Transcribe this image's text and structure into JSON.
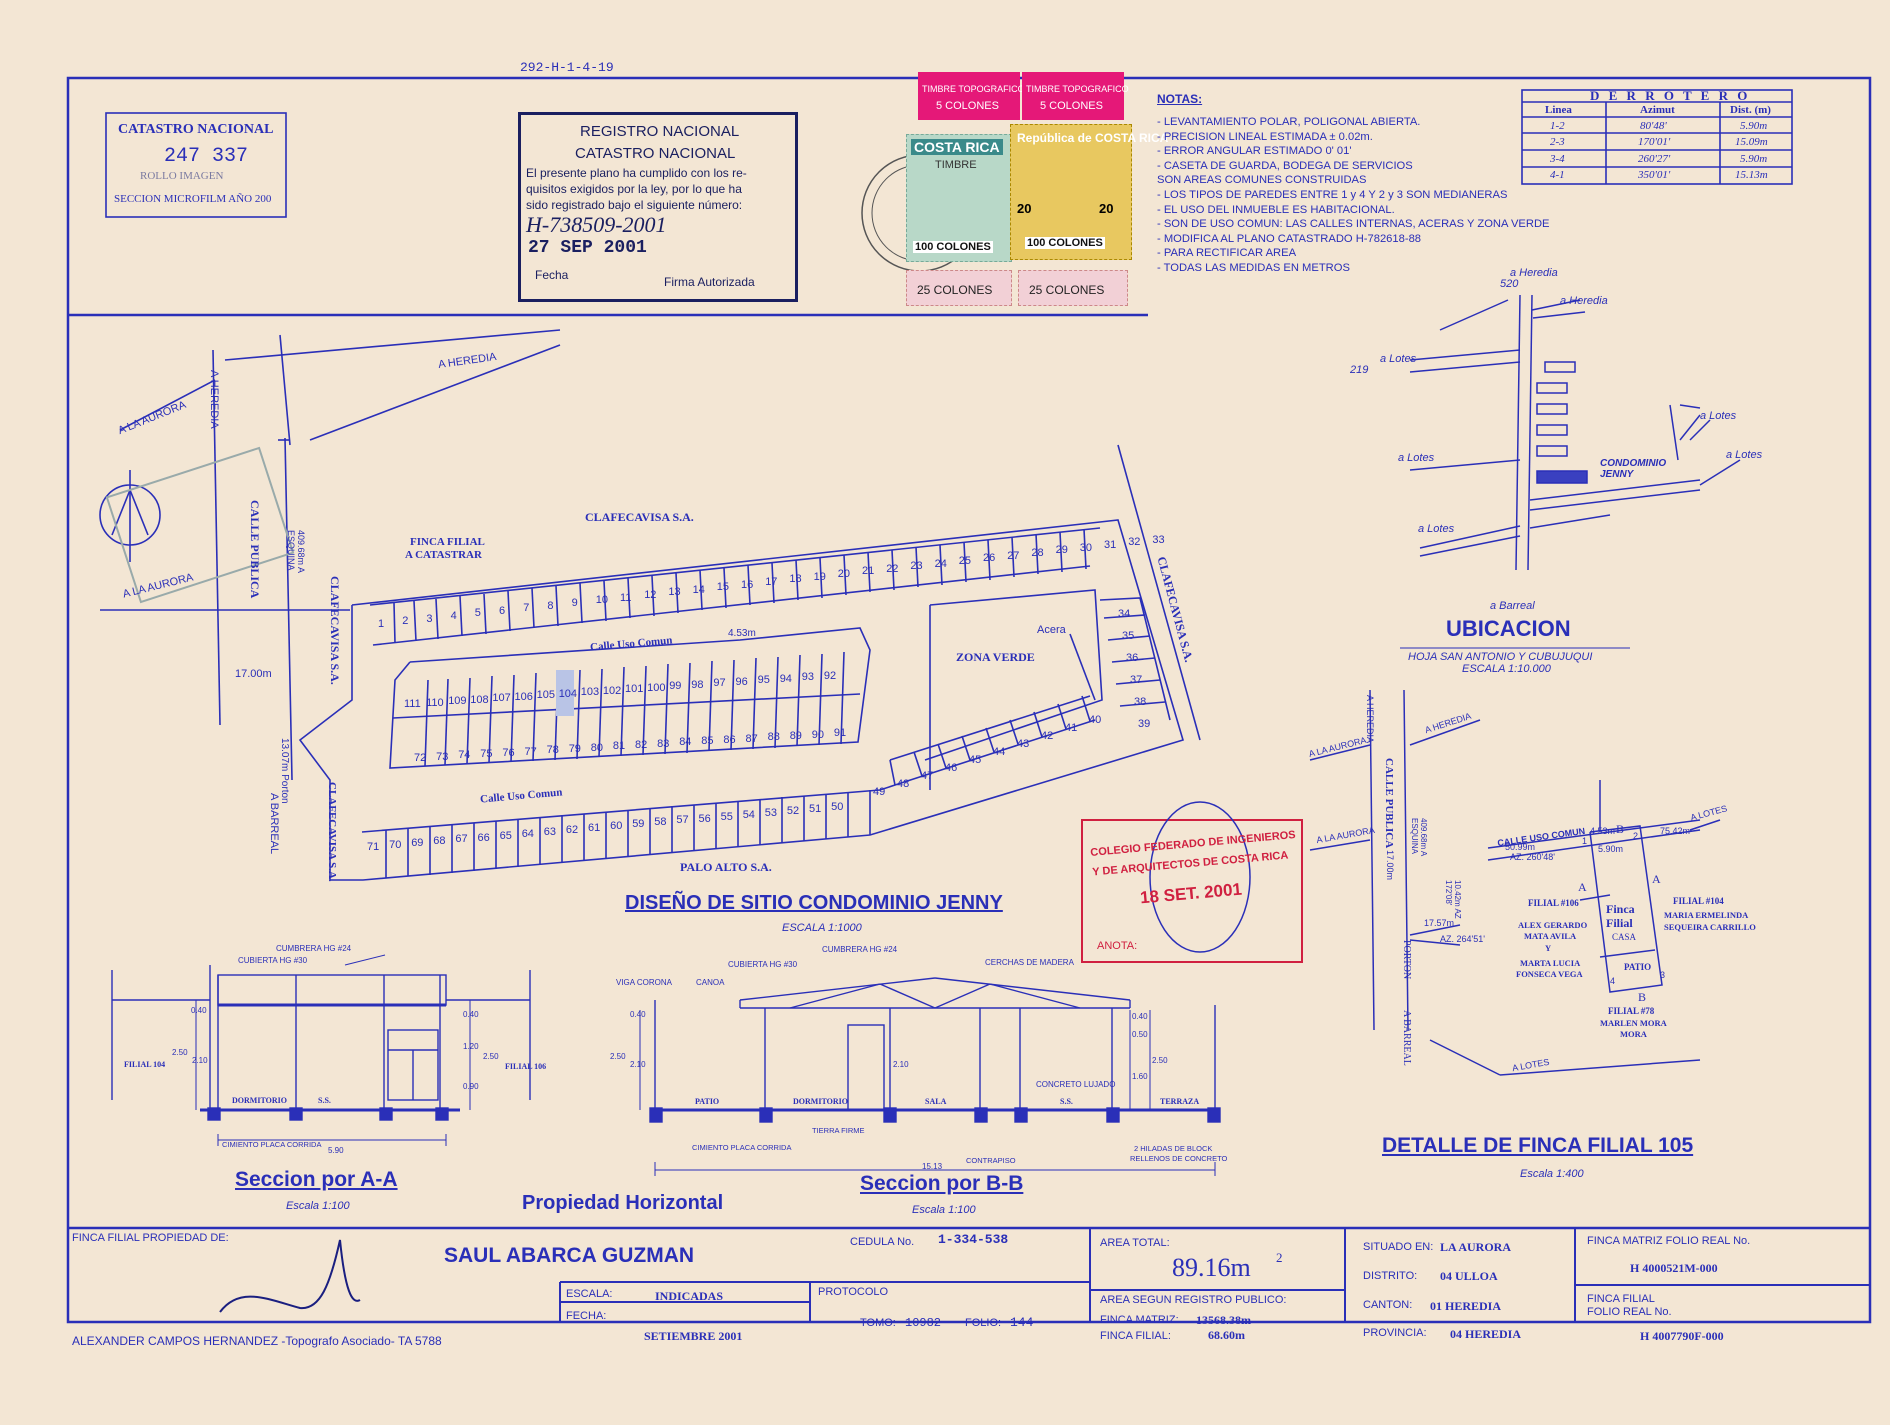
{
  "top_ref": "292-H-1-4-19",
  "catastro_box": {
    "title": "CATASTRO NACIONAL",
    "number": "247 337",
    "line2": "ROLLO   IMAGEN",
    "line3": "SECCION MICROFILM AÑO 200"
  },
  "registro_stamp": {
    "title1": "REGISTRO NACIONAL",
    "title2": "CATASTRO NACIONAL",
    "body1": "El presente plano ha cumplido con los re-",
    "body2": "quisitos exigidos por la ley, por lo que ha",
    "body3": "sido registrado bajo el siguiente número:",
    "number": "H-738509-2001",
    "date": "27 SEP 2001",
    "fecha_label": "Fecha",
    "firma_label": "Firma Autorizada"
  },
  "timbres": {
    "t1_top": "TIMBRE TOPOGRAFICO",
    "t1_value": "5 COLONES",
    "t2_top": "TIMBRE TOPOGRAFICO",
    "t2_value": "5 COLONES",
    "s1_title": "COSTA RICA",
    "s1_sub": "TIMBRE",
    "s1_value": "100 COLONES",
    "s2_title": "República de COSTA RICA",
    "s2_value": "100 COLONES",
    "s2_num1": "20",
    "s2_num2": "20",
    "s3_value": "25 COLONES",
    "s4_value": "25 COLONES"
  },
  "notas": {
    "title": "NOTAS:",
    "items": [
      "- LEVANTAMIENTO POLAR, POLIGONAL ABIERTA.",
      "- PRECISION LINEAL ESTIMADA ± 0.02m.",
      "- ERROR ANGULAR ESTIMADO 0' 01'",
      "- CASETA DE GUARDA, BODEGA DE SERVICIOS",
      "SON AREAS COMUNES CONSTRUIDAS",
      "- LOS TIPOS DE PAREDES ENTRE 1 y 4 Y 2 y 3 SON MEDIANERAS",
      "- EL USO DEL INMUEBLE ES HABITACIONAL.",
      "- SON DE USO COMUN: LAS CALLES INTERNAS, ACERAS Y ZONA VERDE",
      "- MODIFICA AL PLANO CATASTRADO H-782618-88",
      "- PARA RECTIFICAR AREA",
      "- TODAS LAS MEDIDAS EN METROS"
    ]
  },
  "derrotero": {
    "title": "D E R R O T E R O",
    "headers": [
      "Linea",
      "Azimut",
      "Dist. (m)"
    ],
    "rows": [
      [
        "1-2",
        "80'48'",
        "5.90m"
      ],
      [
        "2-3",
        "170'01'",
        "15.09m"
      ],
      [
        "3-4",
        "260'27'",
        "5.90m"
      ],
      [
        "4-1",
        "350'01'",
        "15.13m"
      ]
    ]
  },
  "ubicacion": {
    "title": "UBICACION",
    "sub1": "HOJA SAN ANTONIO Y CUBUJUQUI",
    "sub2": "ESCALA 1:10.000",
    "labels": {
      "heredia1": "a Heredia",
      "num520": "520",
      "heredia2": "a Heredia",
      "lotes1": "a Lotes",
      "num219": "219",
      "lotes2": "a Lotes",
      "lotes3": "a Lotes",
      "lotes4": "a Lotes",
      "lotes5": "a Lotes",
      "condo": "CONDOMINIO JENNY",
      "barreal": "a Barreal"
    }
  },
  "site": {
    "title": "DISEÑO DE SITIO CONDOMINIO JENNY",
    "scale": "ESCALA 1:1000",
    "clafecavisa_top": "CLAFECAVISA S.A.",
    "clafecavisa_left": "CLAFECAVISA S.A.",
    "clafecavisa_right": "CLAFECAVISA S.A.",
    "clafecavisa_bl": "CLAFECAVISA S.A.",
    "palo_alto": "PALO ALTO S.A.",
    "finca_filial1": "FINCA FILIAL",
    "finca_filial2": "A CATASTRAR",
    "calle1": "Calle Uso Comun",
    "dim453": "4.53m",
    "calle2": "Calle Uso Comun",
    "zona_verde": "ZONA VERDE",
    "acera": "Acera",
    "a_heredia": "A HEREDIA",
    "a_heredia_v": "A HEREDIA",
    "a_aurora1": "A LA AURORA",
    "a_aurora2": "A LA AURORA",
    "calle_publica": "CALLE PUBLICA",
    "esquina": "409.68m A ESQUINA",
    "dim1700": "17.00m",
    "porton": "13.07m Porton",
    "a_barreal": "A BARREAL",
    "row_top": [
      "1",
      "2",
      "3",
      "4",
      "5",
      "6",
      "7",
      "8",
      "9",
      "10",
      "11",
      "12",
      "13",
      "14",
      "15",
      "16",
      "17",
      "18",
      "19",
      "20",
      "21",
      "22",
      "23",
      "24",
      "25",
      "26",
      "27",
      "28",
      "29",
      "30",
      "31",
      "32",
      "33"
    ],
    "row_right": [
      "34",
      "35",
      "36",
      "37",
      "38",
      "39"
    ],
    "row_mid_upper": [
      "111",
      "110",
      "109",
      "108",
      "107",
      "106",
      "105",
      "104",
      "103",
      "102",
      "101",
      "100",
      "99",
      "98",
      "97",
      "96",
      "95",
      "94",
      "93",
      "92"
    ],
    "row_mid_lower": [
      "72",
      "73",
      "74",
      "75",
      "76",
      "77",
      "78",
      "79",
      "80",
      "81",
      "82",
      "83",
      "84",
      "85",
      "86",
      "87",
      "88",
      "89",
      "90",
      "91"
    ],
    "row_diag": [
      "40",
      "41",
      "42",
      "43",
      "44",
      "45",
      "46",
      "47",
      "48",
      "49"
    ],
    "row_bottom": [
      "71",
      "70",
      "69",
      "68",
      "67",
      "66",
      "65",
      "64",
      "63",
      "62",
      "61",
      "60",
      "59",
      "58",
      "57",
      "56",
      "55",
      "54",
      "53",
      "52",
      "51",
      "50"
    ]
  },
  "colegio_stamp": {
    "line1": "COLEGIO FEDERADO DE INGENIEROS",
    "line2": "Y DE ARQUITECTOS DE COSTA RICA",
    "date": "18 SET. 2001",
    "anota": "ANOTA:"
  },
  "detalle": {
    "title": "DETALLE DE FINCA FILIAL 105",
    "scale": "Escala 1:400",
    "a_heredia1": "A HEREDIA",
    "a_heredia2": "A HEREDIA",
    "a_aurora1": "A LA AURORA",
    "a_aurora2": "A LA AURORA",
    "calle_publica": "CALLE PUBLICA",
    "dim1700": "17.00m",
    "esquina": "409.68m A ESQUINA",
    "porton": "PORTON",
    "barreal": "A BARREAL",
    "lotes1": "A LOTES",
    "lotes2": "A LOTES",
    "calle_uso": "CALLE USO COMUN",
    "dim453": "4.53m",
    "dim7542": "75.42m",
    "dim5099": "50.99m",
    "az1": "AZ. 260'48'",
    "dim590": "5.90m",
    "dim1042": "10.42m AZ 172'08'",
    "dim1757": "17.57m",
    "az2": "AZ. 264'51'",
    "filial106": "FILIAL #106",
    "owner106a": "ALEX GERARDO",
    "owner106b": "MATA AVILA",
    "owner106c": "Y",
    "owner106d": "MARTA LUCIA",
    "owner106e": "FONSECA VEGA",
    "filial104": "FILIAL #104",
    "owner104a": "MARIA ERMELINDA",
    "owner104b": "SEQUEIRA CARRILLO",
    "finca": "Finca",
    "filial": "Filial",
    "casa": "CASA",
    "patio": "PATIO",
    "filial78": "FILIAL #78",
    "owner78a": "MARLEN MORA",
    "owner78b": "MORA",
    "p1": "1",
    "p2": "2",
    "p3": "3",
    "p4": "4",
    "pa1": "A",
    "pa2": "A",
    "pb1": "B",
    "pb2": "B"
  },
  "seccion_aa": {
    "title": "Seccion por A-A",
    "scale": "Escala 1:100",
    "cumbrera": "CUMBRERA HG #24",
    "cubierta": "CUBIERTA HG #30",
    "filial104": "FILIAL 104",
    "filial106": "FILIAL 106",
    "dormitorio": "DORMITORIO",
    "ss": "S.S.",
    "cimiento": "CIMIENTO PLACA CORRIDA",
    "d590": "5.90",
    "d040a": "0.40",
    "d250": "2.50",
    "d210": "2.10",
    "d040b": "0.40",
    "d120": "1.20",
    "d250b": "2.50",
    "d090": "0.90"
  },
  "seccion_bb": {
    "title": "Seccion por B-B",
    "scale": "Escala 1:100",
    "cumbrera": "CUMBRERA HG #24",
    "cubierta": "CUBIERTA HG #30",
    "cerchas": "CERCHAS DE MADERA",
    "viga": "VIGA CORONA",
    "canoa": "CANOA",
    "patio": "PATIO",
    "dormitorio": "DORMITORIO",
    "sala": "SALA",
    "ss": "S.S.",
    "terraza": "TERRAZA",
    "concreto": "CONCRETO LUJADO",
    "cimiento": "CIMIENTO PLACA CORRIDA",
    "tierra": "TIERRA FIRME",
    "contrapiso": "CONTRAPISO",
    "hiladas1": "2 HILADAS DE BLOCK",
    "hiladas2": "RELLENOS DE CONCRETO",
    "d1513": "15.13",
    "d040a": "0.40",
    "d250": "2.50",
    "d210": "2.10",
    "d210b": "2.10",
    "d040b": "0.40",
    "d050": "0.50",
    "d160": "1.60",
    "d250b": "2.50"
  },
  "propiedad": "Propiedad Horizontal",
  "title_block": {
    "finca_label": "FINCA FILIAL PROPIEDAD DE:",
    "owner": "SAUL ABARCA GUZMAN",
    "cedula_label": "CEDULA No.",
    "cedula": "1-334-538",
    "escala_label": "ESCALA:",
    "escala": "INDICADAS",
    "fecha_label": "FECHA:",
    "fecha": "SETIEMBRE 2001",
    "protocolo_label": "PROTOCOLO",
    "tomo_label": "TOMO:",
    "tomo": "10982",
    "folio_label": "FOLIO:",
    "folio": "144",
    "area_label": "AREA TOTAL:",
    "area": "89.16m",
    "area_sup": "2",
    "area_reg_label": "AREA SEGUN REGISTRO PUBLICO:",
    "finca_matriz_label": "FINCA MATRIZ:",
    "finca_matriz": "13568.38m",
    "finca_filial_label": "FINCA FILIAL:",
    "finca_filial": "68.60m",
    "situado_label": "SITUADO EN:",
    "situado": "LA AURORA",
    "distrito_label": "DISTRITO:",
    "distrito": "04 ULLOA",
    "canton_label": "CANTON:",
    "canton": "01 HEREDIA",
    "provincia_label": "PROVINCIA:",
    "provincia": "04 HEREDIA",
    "fm_label": "FINCA MATRIZ  FOLIO REAL No.",
    "fm": "H 4000521M-000",
    "ff_label1": "FINCA FILIAL",
    "ff_label2": "FOLIO REAL No.",
    "ff": "H 4007790F-000",
    "surveyor": "ALEXANDER CAMPOS HERNANDEZ -Topografo Asociado- TA 5788"
  }
}
